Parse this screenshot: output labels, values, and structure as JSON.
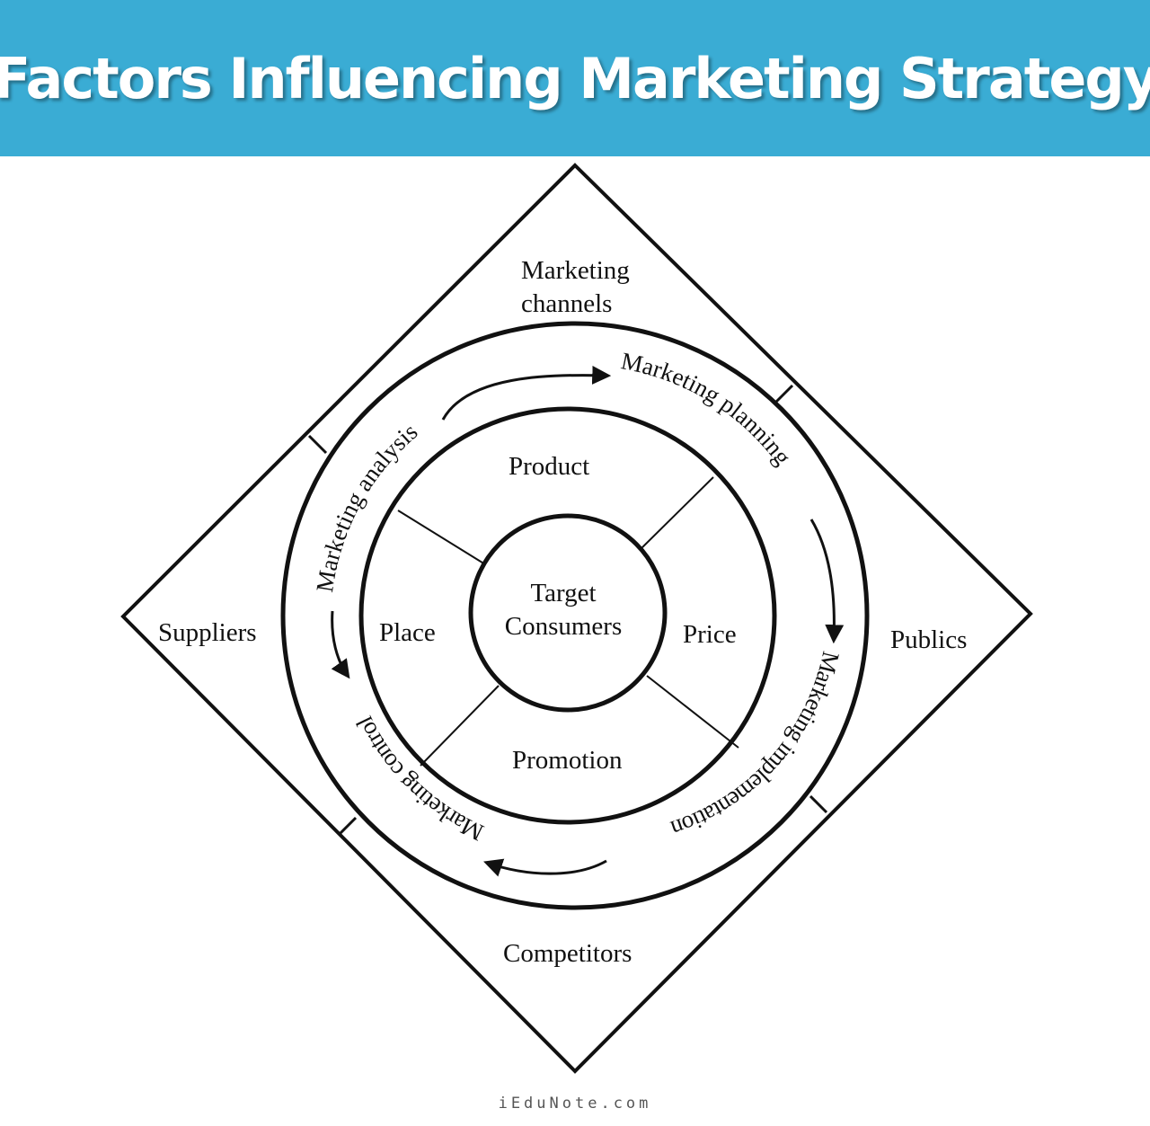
{
  "header": {
    "title": "Factors Influencing Marketing Strategy",
    "background": "#3aacd4"
  },
  "environment": {
    "top_line1": "Marketing",
    "top_line2": "channels",
    "left": "Suppliers",
    "right": "Publics",
    "bottom": "Competitors"
  },
  "process": {
    "analysis": "Marketing analysis",
    "planning": "Marketing planning",
    "implementation": "Marketing implementation",
    "control": "Marketing control"
  },
  "mix": {
    "product": "Product",
    "price": "Price",
    "promotion": "Promotion",
    "place": "Place"
  },
  "center": {
    "line1": "Target",
    "line2": "Consumers"
  },
  "footer": {
    "text": "iEduNote.com"
  }
}
